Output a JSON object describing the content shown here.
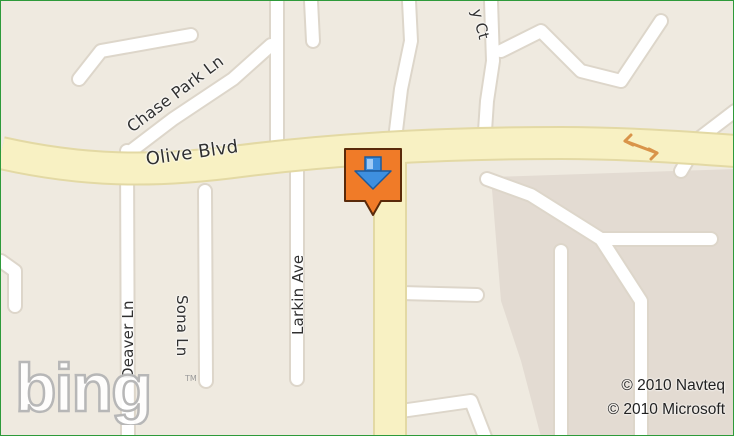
{
  "map": {
    "colors": {
      "background": "#efeae0",
      "major_road": "#f8f1c3",
      "major_road_edge": "#e3d9a4",
      "minor_road": "#ffffff",
      "minor_road_edge": "#ddd6ca",
      "parking_area": "#e3dbd2",
      "frame": "#2e9a3a",
      "pin": "#f07b28",
      "pin_arrow": "#3e8fdf"
    },
    "streets": {
      "olive_blvd": "Olive Blvd",
      "chase_park_ln": "Chase Park Ln",
      "deaver_ln": "Deaver Ln",
      "sona_ln": "Sona Ln",
      "larkin_ave": "Larkin Ave",
      "partial_ct": "y Ct"
    },
    "marker_icon": "download-arrow-icon",
    "one_way_icon": "double-arrow-icon",
    "logo_text": "bing",
    "copyright": {
      "navteq": "© 2010 Navteq",
      "microsoft": "© 2010 Microsoft"
    }
  }
}
